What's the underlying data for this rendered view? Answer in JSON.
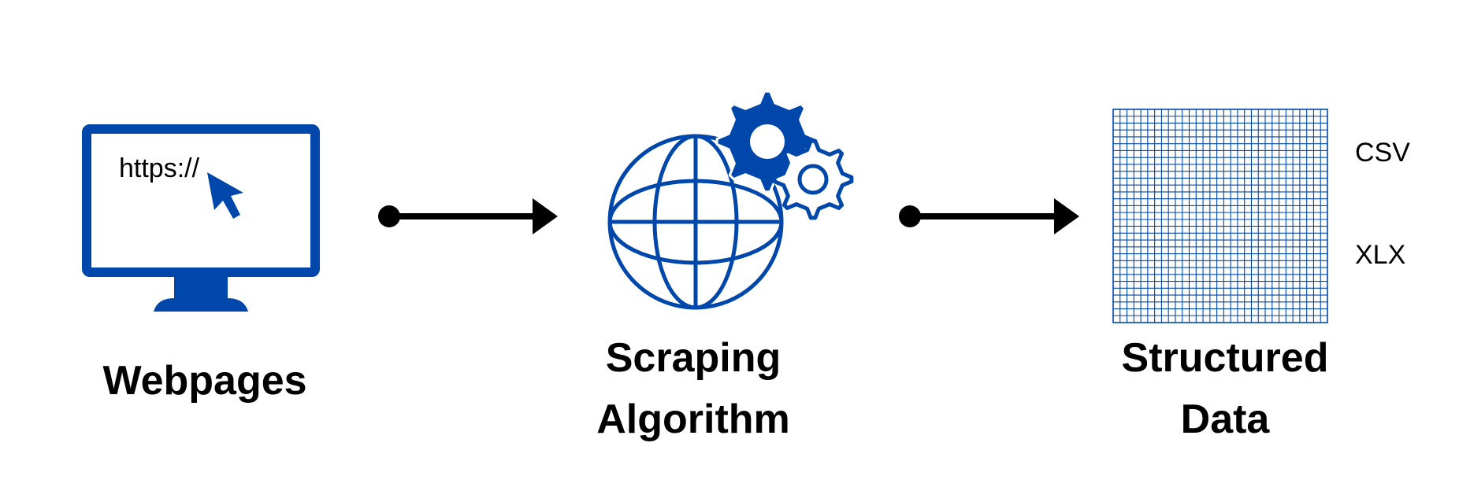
{
  "diagram": {
    "steps": [
      {
        "label": "Webpages",
        "icon": "monitor-icon"
      },
      {
        "label_lines": [
          "Scraping",
          "Algorithm"
        ],
        "icon": "globe-gears-icon"
      },
      {
        "label_lines": [
          "Structured",
          "Data"
        ],
        "icon": "grid-icon"
      }
    ],
    "monitor": {
      "url_text": "https://"
    },
    "output_formats": [
      "CSV",
      "XLX"
    ],
    "colors": {
      "accent": "#0047AB",
      "text": "#000000",
      "background": "#FFFFFF"
    }
  }
}
